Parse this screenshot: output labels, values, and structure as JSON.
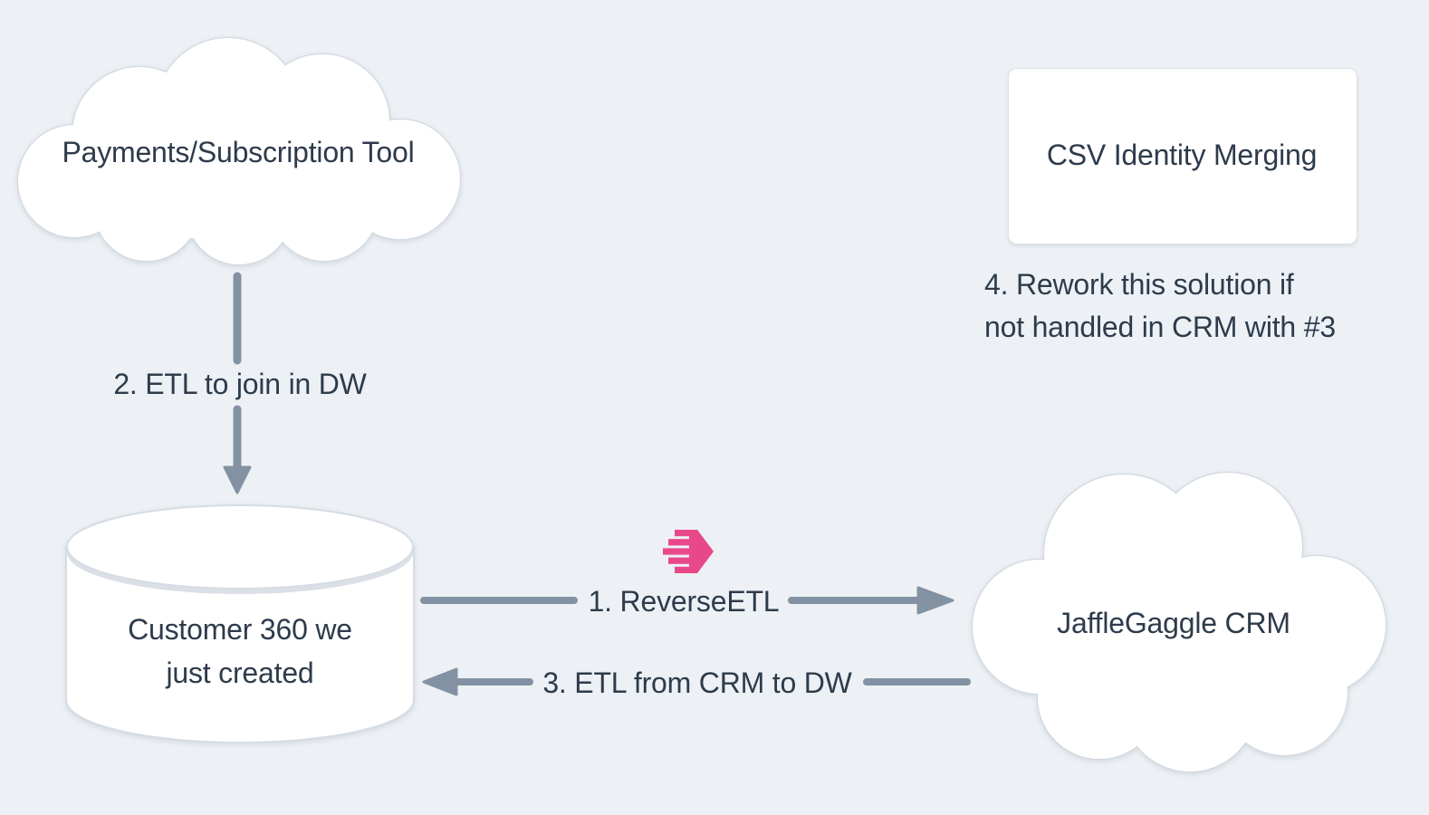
{
  "page": {
    "background_color": "#edf1f5",
    "kind": "data-flow-diagram"
  },
  "colors": {
    "node_fill": "#ffffff",
    "node_border": "#d2d9e1",
    "text": "#2e3b4b",
    "arrow": "#8392a3",
    "logo_pink": "#e8488a"
  },
  "nodes": {
    "payments": {
      "shape": "cloud",
      "label": "Payments/Subscription Tool"
    },
    "csv_identity": {
      "shape": "rounded-rectangle",
      "label": "CSV Identity Merging"
    },
    "customer360": {
      "shape": "database-cylinder",
      "label_lines": [
        "Customer 360 we",
        "just created"
      ]
    },
    "jafflegaggle": {
      "shape": "cloud",
      "label": "JaffleGaggle CRM"
    }
  },
  "edges": {
    "reverse_etl": {
      "label": "1. ReverseETL",
      "from": "customer360",
      "to": "jafflegaggle",
      "direction": "right",
      "icon": "census-logo-icon"
    },
    "etl_join": {
      "label": "2. ETL to join in DW",
      "from": "payments",
      "to": "customer360",
      "direction": "down"
    },
    "etl_from_crm": {
      "label": "3. ETL from CRM to DW",
      "from": "jafflegaggle",
      "to": "customer360",
      "direction": "left"
    }
  },
  "notes": {
    "rework": {
      "lines": [
        "4. Rework this solution if",
        "not handled in CRM with #3"
      ]
    }
  }
}
